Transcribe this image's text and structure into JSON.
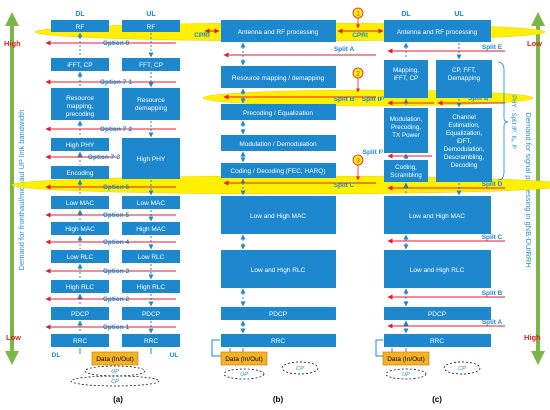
{
  "side_labels": {
    "left_title": "Demand for fronthaul/midhaul UP link bandwidth",
    "right_title": "Demand for signal processing in gNB-DU/RRH",
    "left_top": "High",
    "left_bottom": "Low",
    "right_top": "Low",
    "right_bottom": "High"
  },
  "panel_a": {
    "caption": "(a)",
    "col_dl": "DL",
    "col_ul": "UL",
    "dl_boxes": [
      "RF",
      "iFFT, CP",
      "Resource mapping, precoding",
      "High PHY",
      "Encoding",
      "Low MAC",
      "High MAC",
      "Low RLC",
      "High RLC",
      "PDCP",
      "RRC"
    ],
    "ul_boxes": [
      "RF",
      "FFT, CP",
      "Resource demapping",
      "High PHY",
      "Low MAC",
      "High MAC",
      "Low RLC",
      "High RLC",
      "PDCP",
      "RRC"
    ],
    "options": [
      "Option 8",
      "Option 7-1",
      "Option 7-2",
      "Option 7-3",
      "Option 6",
      "Option 5",
      "Option 4",
      "Option 3",
      "Option 2",
      "Option 1"
    ],
    "data": "Data (In/Out)",
    "up": "UP",
    "cp": "CP"
  },
  "panel_b": {
    "caption": "(b)",
    "boxes": [
      "Antenna and RF processing",
      "Resource mapping / demapping",
      "Precoding / Equalization",
      "Modulation / Demodulation",
      "Coding / Decoding (FEC, HARQ)",
      "Low and High MAC",
      "Low and High RLC",
      "PDCP",
      "RRC"
    ],
    "cpri": "CPRI",
    "splits": [
      "Split A",
      "Split B",
      "Split C"
    ],
    "data": "Data (In/Out)",
    "up": "UP",
    "cp": "CP"
  },
  "panel_c": {
    "caption": "(c)",
    "col_dl": "DL",
    "col_ul": "UL",
    "boxes_full": [
      "Antenna and RF processing",
      "Low and High MAC",
      "Low and High RLC",
      "PDCP",
      "RRC"
    ],
    "dl_boxes": [
      "Mapping, iFFT, CP",
      "Modulation, Precoding, TX Power",
      "Coding, Scrambling"
    ],
    "ul_boxes": [
      "CP, FFT, Demapping",
      "Channel Estimation, Equalization, iDFT, Demodulation, Descrambling, Decoding"
    ],
    "cpri": "CPRI",
    "splits": [
      "Split E",
      "Split Iᵤ",
      "Split IIᴰ",
      "Split Iᴰ",
      "Split D",
      "Split C",
      "Split B",
      "Split A"
    ],
    "phy_bracket": "PHY - Split IIᴰ, IIᵤ, Iᴰ",
    "data": "Data (In/Out)",
    "up": "UP",
    "cp": "CP"
  },
  "markers": [
    "1",
    "2",
    "3"
  ],
  "colors": {
    "box": "#1e88cf",
    "box_text": "#ffffff",
    "ellipse": "#ffef00",
    "red_arrow": "#e8192c",
    "green_arrow": "#7ab648",
    "data_box": "#f5b324",
    "side_text": "#2b8fcf",
    "high_low": "#d7261e"
  }
}
